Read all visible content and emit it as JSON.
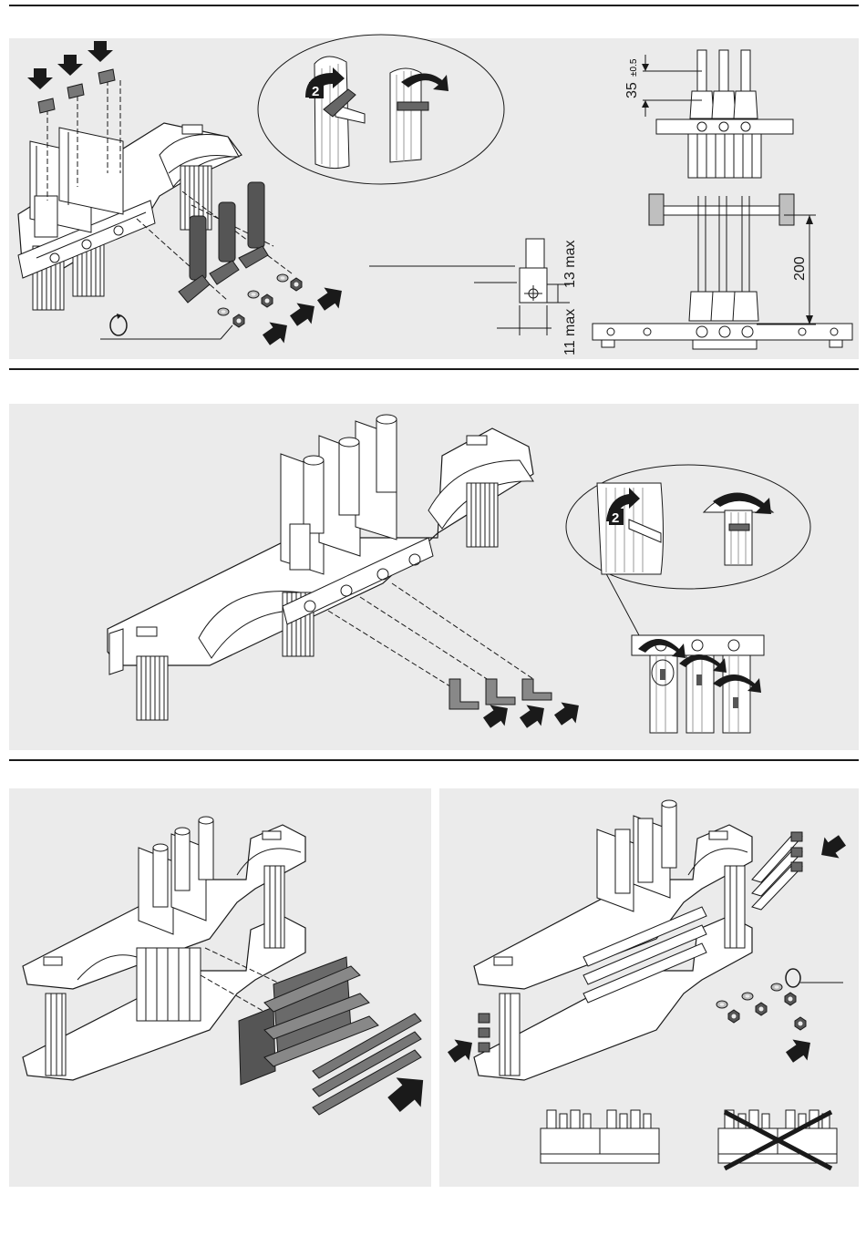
{
  "labels": {
    "dim_35": "35",
    "dim_35_tol": "±0.5",
    "dim_200": "200",
    "dim_13max": "13 max",
    "dim_11max": "11 max",
    "step_badge_top": "2",
    "step_badge_mid": "2"
  },
  "icons": [
    "push-arrow-icon",
    "rotate-icon",
    "cross-out-icon"
  ],
  "colors": {
    "panel_bg": "#ebebeb",
    "line": "#1a1a1a",
    "part_dark": "#555555",
    "part_mid": "#8a8a8a",
    "part_light": "#ffffff"
  }
}
